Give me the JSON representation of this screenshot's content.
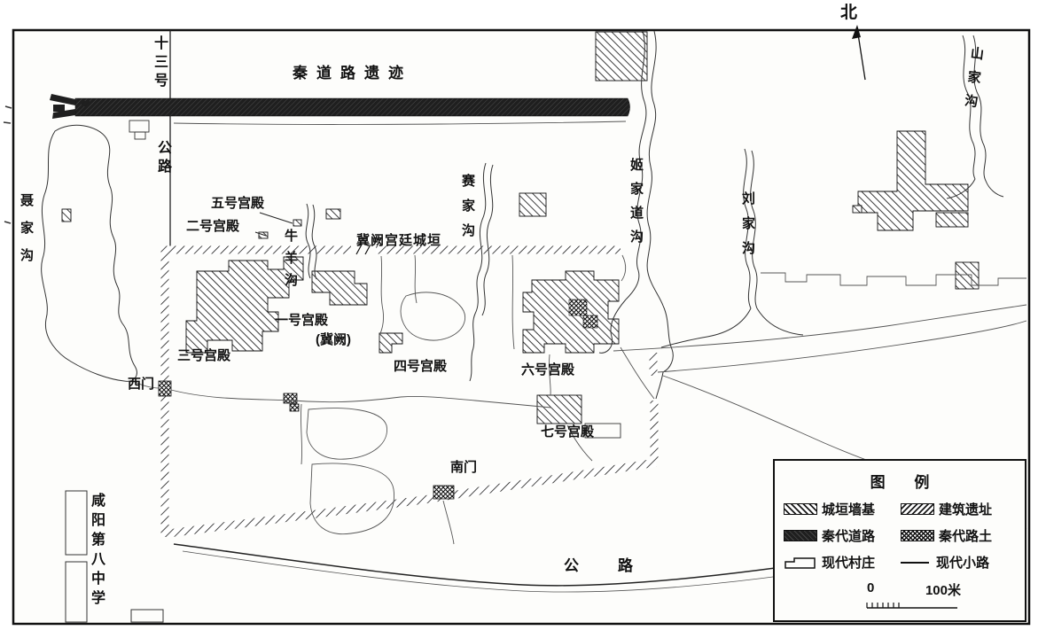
{
  "colors": {
    "ink": "#111111",
    "paper": "#fdfdfb"
  },
  "map": {
    "north_label": "北",
    "roads": {
      "qin_road_label": "秦道路遗迹",
      "highway13_upper": "十三号",
      "highway13_lower": "公路",
      "highway_bottom_label": "公路"
    },
    "gullies": {
      "niejiagou": "聂家沟",
      "niuyanggou": "牛羊沟",
      "saijiagou": "赛家沟",
      "jijiadaogou": "姬家道沟",
      "liujiagou": "刘家沟",
      "shanjiagou": "山家沟"
    },
    "palaces": {
      "p1": "一号宫殿",
      "p2": "二号宫殿",
      "p3": "三号宫殿",
      "p4": "四号宫殿",
      "p5": "五号宫殿",
      "p6": "六号宫殿",
      "p7": "七号宫殿",
      "jique": "(冀阙)"
    },
    "wall_label": "冀阙宫廷城垣",
    "gates": {
      "west": "西门",
      "south": "南门"
    },
    "school_label": "咸阳第八中学",
    "legend": {
      "title": "图 例",
      "items": [
        {
          "label": "城垣墙基"
        },
        {
          "label": "建筑遗址"
        },
        {
          "label": "秦代道路"
        },
        {
          "label": "秦代路土"
        },
        {
          "label": "现代村庄"
        },
        {
          "label": "现代小路"
        }
      ],
      "scale_start": "0",
      "scale_end": "100米"
    }
  }
}
